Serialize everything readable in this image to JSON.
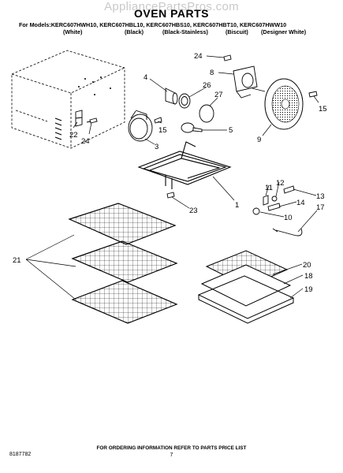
{
  "watermark": "AppliancePartsPros.com",
  "title": "OVEN PARTS",
  "models_line": "For Models:KERC607HWH10, KERC607HBL10, KERC607HBS10, KERC607HBT10, KERC607HWW10",
  "finishes": [
    "(White)",
    "(Black)",
    "(Black-Stainless)",
    "(Biscuit)",
    "(Designer White)"
  ],
  "callouts": [
    "24",
    "8",
    "4",
    "26",
    "27",
    "15",
    "9",
    "22",
    "24",
    "15",
    "3",
    "5",
    "1",
    "23",
    "11",
    "12",
    "13",
    "14",
    "10",
    "17",
    "21",
    "20",
    "18",
    "19"
  ],
  "footer": "FOR ORDERING INFORMATION REFER TO PARTS PRICE LIST",
  "doc_number": "8187782",
  "page_number": "7"
}
